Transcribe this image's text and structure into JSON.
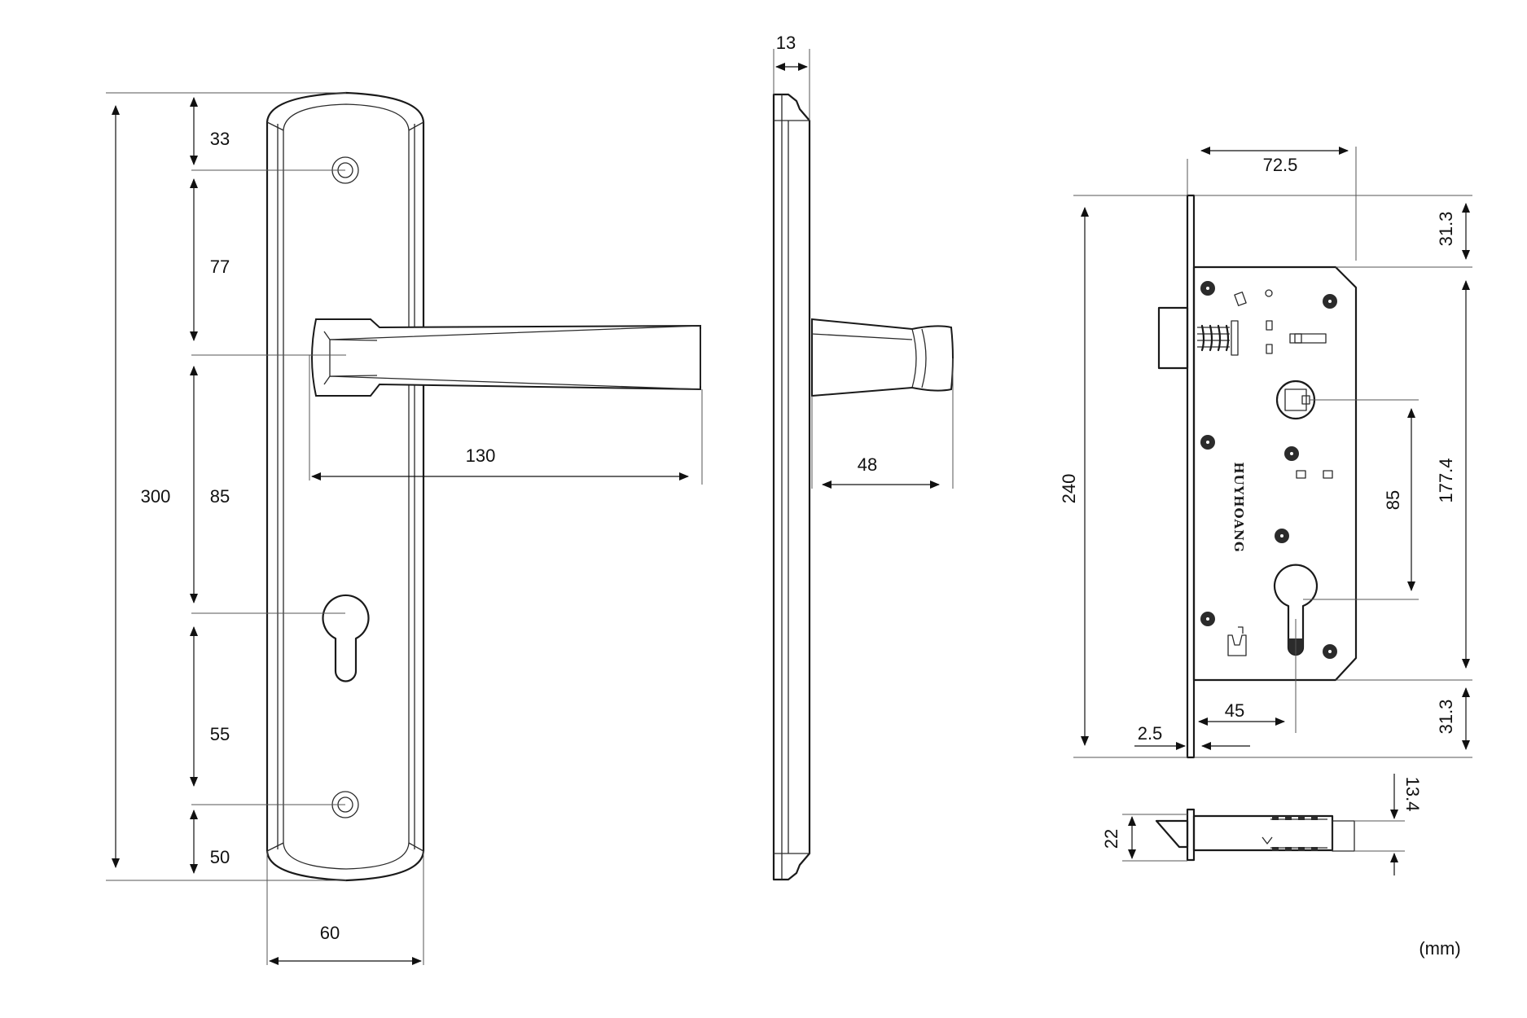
{
  "units": "(mm)",
  "brand": "HUYHOANG",
  "front_view": {
    "total_height": "300",
    "top_to_hole": "33",
    "hole_to_handle": "77",
    "handle_to_keyhole": "85",
    "keyhole_to_hole": "55",
    "hole_to_bottom": "50",
    "plate_width": "60",
    "handle_length": "130"
  },
  "side_view": {
    "plate_thickness": "13",
    "handle_projection": "48"
  },
  "lock_body": {
    "faceplate_height": "240",
    "backset": "72.5",
    "top_offset": "31.3",
    "bottom_offset": "31.3",
    "body_height": "177.4",
    "center_distance": "85",
    "keyhole_backset": "45",
    "faceplate_thickness": "2.5"
  },
  "bottom_view": {
    "faceplate_width": "22",
    "body_thickness": "13.4"
  },
  "colors": {
    "line": "#1a1a1a",
    "background": "#ffffff"
  }
}
